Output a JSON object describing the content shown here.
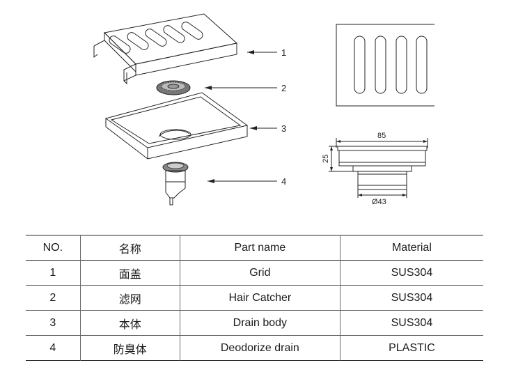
{
  "callouts": [
    "1",
    "2",
    "3",
    "4"
  ],
  "dimensions": {
    "width": "85",
    "height": "25",
    "outlet": "Ø43"
  },
  "table": {
    "headers": [
      "NO.",
      "名称",
      "Part name",
      "Material"
    ],
    "rows": [
      [
        "1",
        "面盖",
        "Grid",
        "SUS304"
      ],
      [
        "2",
        "滤网",
        "Hair Catcher",
        "SUS304"
      ],
      [
        "3",
        "本体",
        "Drain body",
        "SUS304"
      ],
      [
        "4",
        "防臭体",
        "Deodorize drain",
        "PLASTIC"
      ]
    ]
  }
}
